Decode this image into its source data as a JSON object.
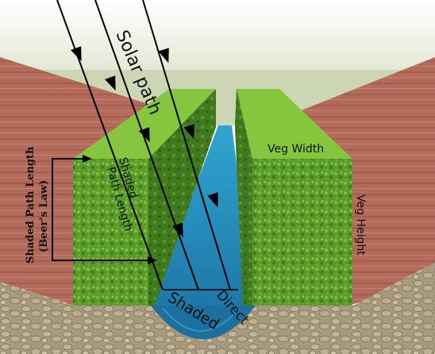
{
  "labels": {
    "solar_path": "Solar path",
    "shaded_path_length": "Shaded Path Length",
    "shaded_path_length_line1": "Shaded",
    "shaded_path_length_line2": "Path Length",
    "beers_law_line1": "Shaded Path Length",
    "beers_law_line2": "(Beer's Law)",
    "veg_width": "Veg Width",
    "veg_height": "Veg Height",
    "shaded": "Shaded",
    "direct": "Direct"
  },
  "colors": {
    "sky": "#dfe6cf",
    "roof": "#b46b5c",
    "roof_line": "#8e4f42",
    "vegetation": "#5a9a2c",
    "vegetation_dark": "#3f7a1e",
    "vegetation_top": "#7cbf3a",
    "water": "#2f9cc4",
    "water_deep": "#1f6fa0",
    "stone": "#b3a487",
    "ray": "#000000"
  }
}
